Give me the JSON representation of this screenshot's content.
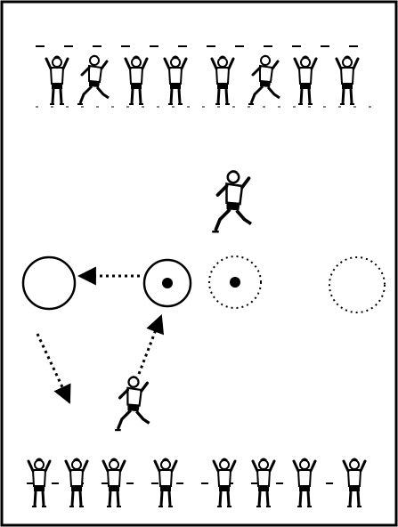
{
  "diagram": {
    "kind": "sports-drill",
    "colors": {
      "ink": "#000000",
      "paper": "#ffffff"
    },
    "top_row": {
      "group_left_players": 4,
      "group_right_players": 4
    },
    "bottom_row": {
      "group_left_players": 4,
      "group_right_players": 4
    },
    "stations": [
      {
        "name": "target-left",
        "style": "solid",
        "ball": false
      },
      {
        "name": "passer-station",
        "style": "solid",
        "ball": true
      },
      {
        "name": "next-station",
        "style": "dotted",
        "ball": true
      },
      {
        "name": "empty-station",
        "style": "dotted",
        "ball": false
      }
    ],
    "arrows": [
      {
        "name": "pass-arrow",
        "from": "passer-station",
        "to": "target-left",
        "style": "dotted"
      },
      {
        "name": "run-to-bottom-arrow",
        "from": "target-left",
        "to": "bottom-row",
        "style": "dotted"
      },
      {
        "name": "run-to-station-arrow",
        "from": "runner",
        "to": "passer-station",
        "style": "dotted"
      }
    ],
    "figures": [
      {
        "name": "central-runner",
        "icon": "running-player-icon"
      },
      {
        "name": "bottom-runner",
        "icon": "running-player-icon"
      }
    ]
  }
}
